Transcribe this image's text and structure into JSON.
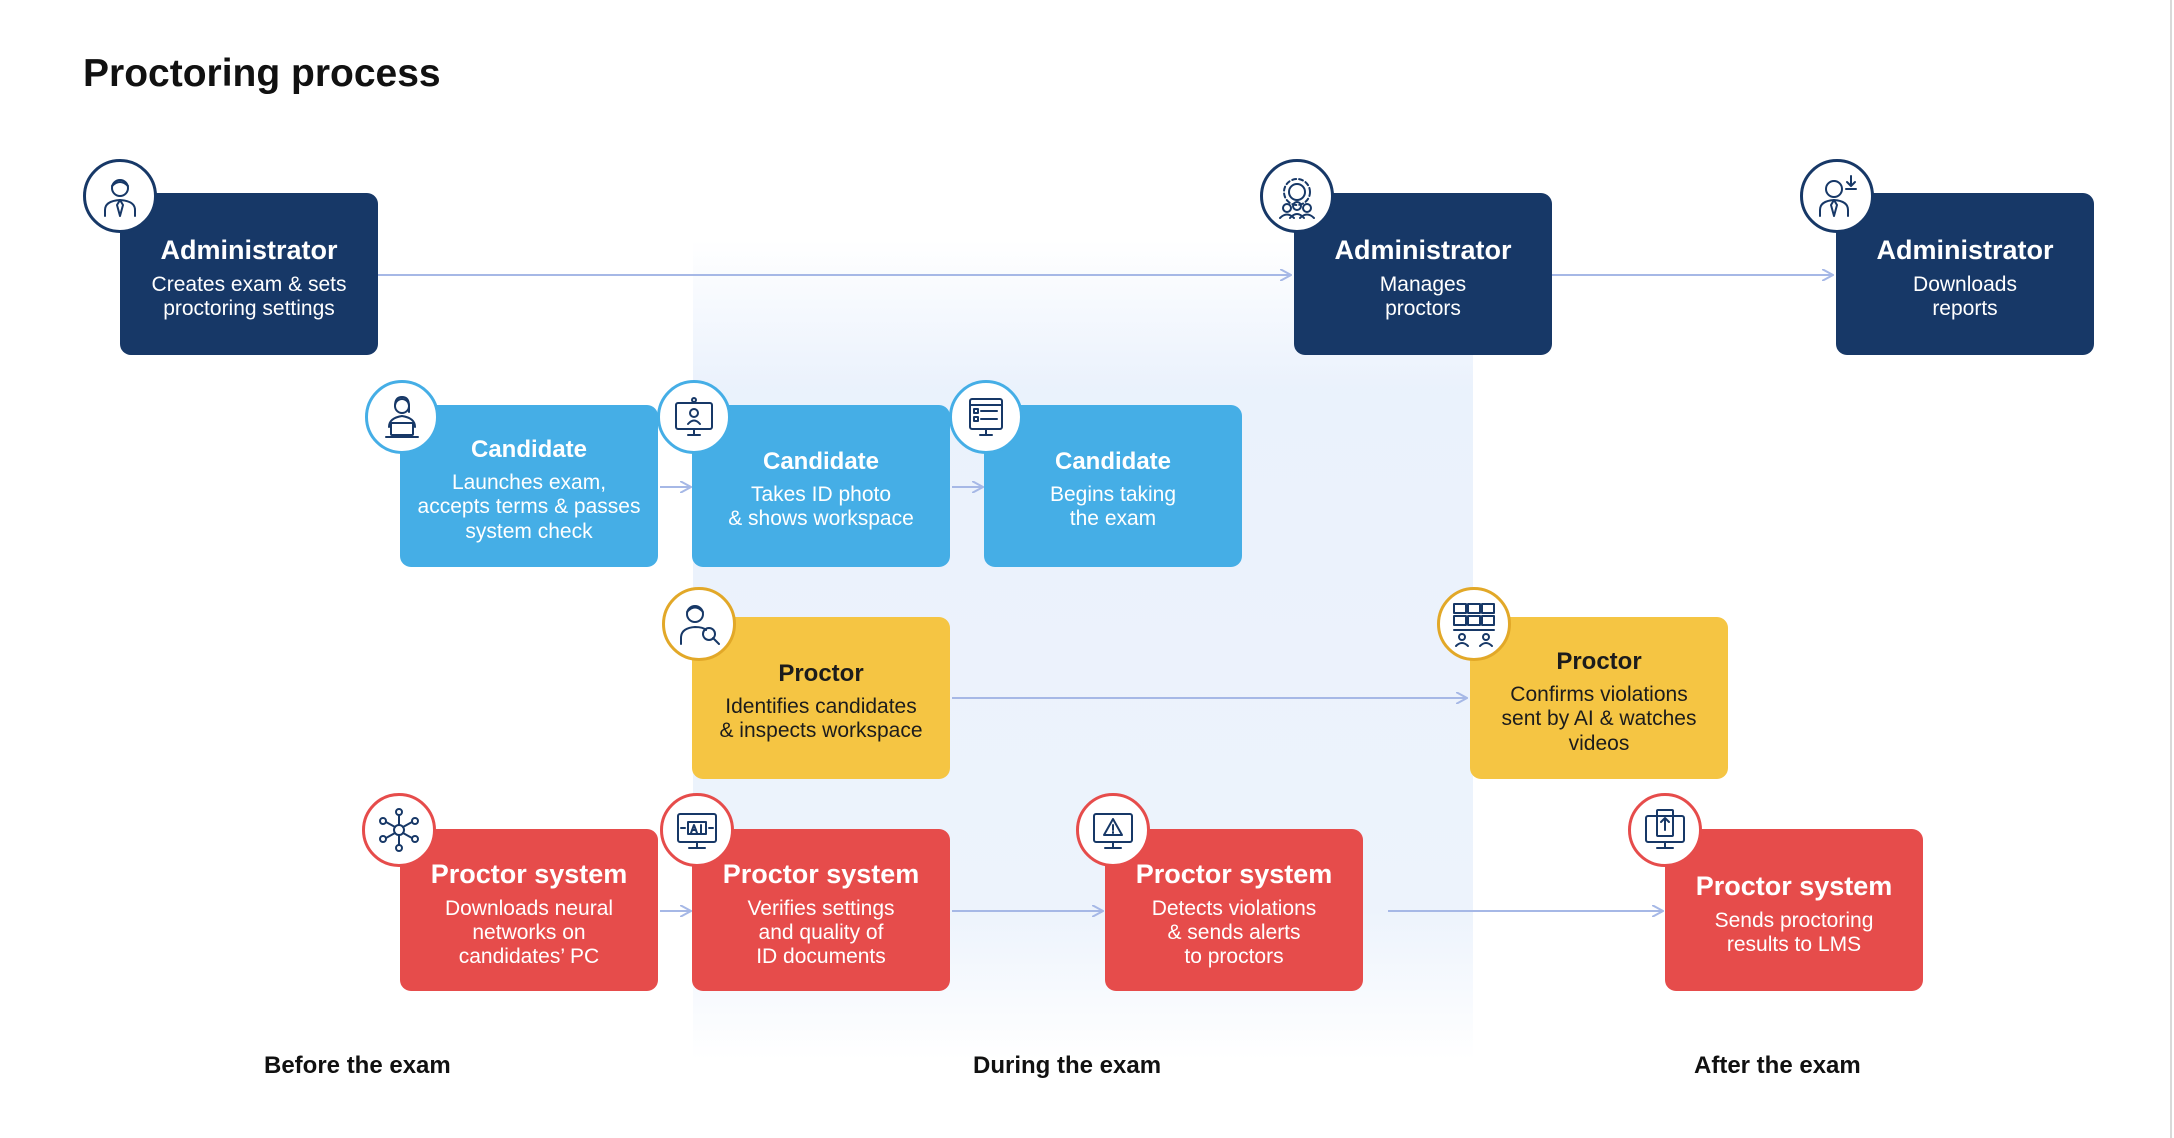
{
  "title": "Proctoring process",
  "cards": {
    "admin_create": {
      "role": "Administrator",
      "desc": "Creates exam & sets\nproctoring settings"
    },
    "admin_manage": {
      "role": "Administrator",
      "desc": "Manages\nproctors"
    },
    "admin_reports": {
      "role": "Administrator",
      "desc": "Downloads\nreports"
    },
    "cand_launch": {
      "role": "Candidate",
      "desc": "Launches exam,\naccepts terms & passes\nsystem check"
    },
    "cand_photo": {
      "role": "Candidate",
      "desc": "Takes ID photo\n& shows workspace"
    },
    "cand_begin": {
      "role": "Candidate",
      "desc": "Begins taking\nthe exam"
    },
    "proctor_identify": {
      "role": "Proctor",
      "desc": "Identifies candidates\n& inspects workspace"
    },
    "proctor_confirm": {
      "role": "Proctor",
      "desc": "Confirms violations\nsent by AI & watches\nvideos"
    },
    "sys_download": {
      "role": "Proctor system",
      "desc": "Downloads neural\nnetworks on\ncandidates’ PC"
    },
    "sys_verify": {
      "role": "Proctor system",
      "desc": "Verifies settings\nand quality of\nID documents"
    },
    "sys_detect": {
      "role": "Proctor system",
      "desc": "Detects violations\n& sends alerts\nto proctors"
    },
    "sys_send": {
      "role": "Proctor system",
      "desc": "Sends proctoring\nresults to LMS"
    }
  },
  "phases": {
    "before": "Before the exam",
    "during": "During the exam",
    "after": "After the exam"
  },
  "icons": {
    "admin_create": "administrator-icon",
    "admin_manage": "manage-proctors-icon",
    "admin_reports": "download-reports-icon",
    "cand_launch": "candidate-laptop-icon",
    "cand_photo": "id-photo-icon",
    "cand_begin": "exam-form-icon",
    "proctor_identify": "proctor-inspect-icon",
    "proctor_confirm": "video-wall-icon",
    "sys_download": "neural-network-icon",
    "sys_verify": "ai-verify-icon",
    "sys_detect": "alert-monitor-icon",
    "sys_send": "upload-results-icon"
  },
  "colors": {
    "administrator": "#173867",
    "candidate": "#45aee6",
    "proctor": "#f5c543",
    "proctor_system": "#e64c4b",
    "arrow": "#a6b8e6"
  }
}
